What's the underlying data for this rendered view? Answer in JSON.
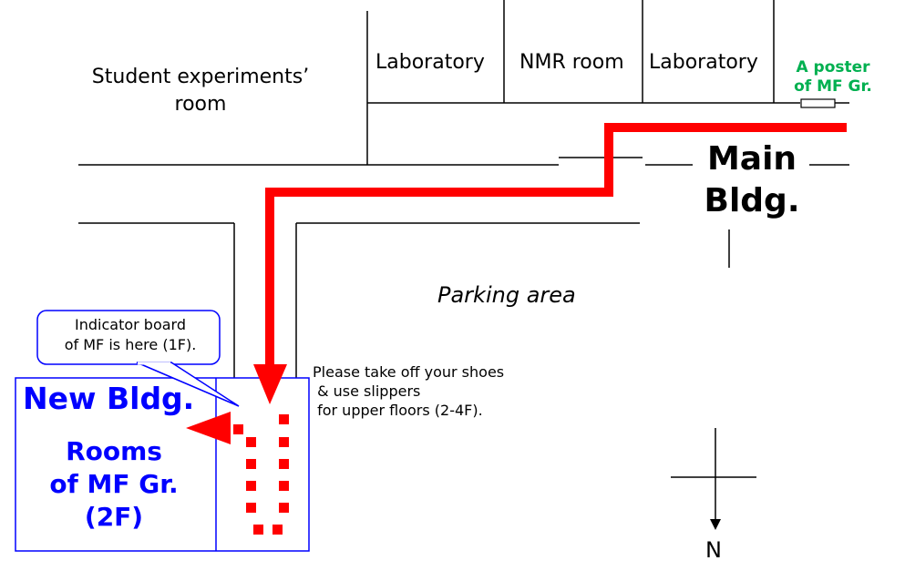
{
  "rooms": {
    "student_line1": "Student experiments’",
    "student_line2": "room",
    "laboratory_left": "Laboratory",
    "nmr": "NMR room",
    "laboratory_right": "Laboratory"
  },
  "poster": {
    "line1": "A poster",
    "line2": "of MF Gr."
  },
  "main_building": {
    "line1": "Main",
    "line2": "Bldg."
  },
  "parking": "Parking area",
  "callout": {
    "line1": "Indicator board",
    "line2": "of MF is here (1F)."
  },
  "shoes_note": {
    "line1": "Please take off your shoes",
    "line2": " & use slippers",
    "line3": " for upper floors (2-4F)."
  },
  "new_building": {
    "title": "New Bldg.",
    "rooms_line1": "Rooms",
    "rooms_line2": "of MF Gr.",
    "rooms_line3": "(2F)"
  },
  "compass": {
    "label": "N"
  },
  "colors": {
    "route": "#ff0000",
    "new_building_text": "#0000ff",
    "poster_text": "#00b050",
    "walls": "#000000",
    "new_building_outline": "#0000ff"
  }
}
